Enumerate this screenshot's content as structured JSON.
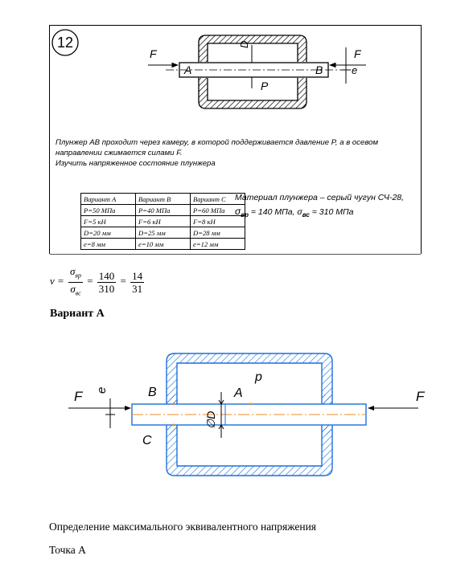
{
  "task": {
    "number": "12",
    "drawing_labels": {
      "force_left": "F",
      "force_right": "F",
      "point_a": "A",
      "point_b": "B",
      "diameter": "D",
      "pressure": "P",
      "offset": "e"
    },
    "description_line1": "Плунжер AB проходит через камеру, в которой поддерживается давление P, а в осевом",
    "description_line2": "направлении сжимается силами F.",
    "description_line3": "Изучить напряженное состояние плунжера",
    "table": {
      "headers": [
        "Вариант А",
        "Вариант В",
        "Вариант С"
      ],
      "rows": [
        [
          "P=50 МПа",
          "P=40 МПа",
          "P=60 МПа"
        ],
        [
          "F=5 кН",
          "F=6 кН",
          "F=8 кН"
        ],
        [
          "D=20 мм",
          "D=25 мм",
          "D=28 мм"
        ],
        [
          "e=8 мм",
          "e=10 мм",
          "e=12 мм"
        ]
      ]
    },
    "material_line1": "Материал плунжера – серый чугун СЧ-28,",
    "material_line2_a": "σ",
    "material_line2_a_sub": "вр",
    "material_line2_b": " = 140 МПа, σ",
    "material_line2_b_sub": "вс",
    "material_line2_c": " = 310 МПа"
  },
  "formula": {
    "lhs": "ν =",
    "num_symbol": "σ",
    "num_sub": "вр",
    "den_symbol": "σ",
    "den_sub": "вс",
    "eq1": "=",
    "num_value": "140",
    "den_value": "310",
    "eq2": "=",
    "result_num": "14",
    "result_den": "31"
  },
  "variant_heading": "Вариант А",
  "diagram2_labels": {
    "force_left": "F",
    "force_right": "F",
    "offset": "e",
    "point_b": "B",
    "point_a": "A",
    "point_c": "C",
    "pressure": "p",
    "diameter": "∅D"
  },
  "section_text": "Определение максимального эквивалентного напряжения",
  "point_text": "Точка А",
  "colors": {
    "drawing_blue": "#1a6fe0",
    "accent_orange": "#f08a24",
    "hatch_black": "#000000"
  }
}
